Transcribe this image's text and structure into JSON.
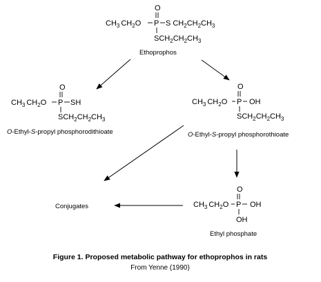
{
  "molecules": {
    "ethoprophos": {
      "atom_P": "P",
      "atom_O_dbl": "O",
      "left_ethoxy": [
        "CH",
        "3",
        "CH",
        "2",
        "O"
      ],
      "right_thio": [
        "S",
        "CH",
        "2",
        "CH",
        "2",
        "CH",
        "3"
      ],
      "lower_thio": [
        "S",
        "CH",
        "2",
        "CH",
        "2",
        "CH",
        "3"
      ],
      "name": "Ethoprophos"
    },
    "dithioate": {
      "atom_P": "P",
      "atom_O_dbl": "O",
      "left_ethoxy": [
        "CH",
        "3",
        "CH",
        "2",
        "O"
      ],
      "right_group": "SH",
      "lower_thio": [
        "S",
        "CH",
        "2",
        "CH",
        "2",
        "CH",
        "3"
      ],
      "name_parts": [
        "O",
        "-Ethyl-",
        "S",
        "-propyl phosphorodithioate"
      ]
    },
    "thioate": {
      "atom_P": "P",
      "atom_O_dbl": "O",
      "left_ethoxy": [
        "CH",
        "3",
        "CH",
        "2",
        "O"
      ],
      "right_group": "OH",
      "lower_thio": [
        "S",
        "CH",
        "2",
        "CH",
        "2",
        "CH",
        "3"
      ],
      "name_parts": [
        "O",
        "-Ethyl-",
        "S",
        "-propyl  phosphorothioate"
      ]
    },
    "ethyl_phosphate": {
      "atom_P": "P",
      "atom_O_dbl": "O",
      "left_ethoxy": [
        "CH",
        "3",
        "CH",
        "2",
        "O"
      ],
      "right_group": "OH",
      "lower_group": "OH",
      "name": "Ethyl phosphate"
    }
  },
  "conjugates_label": "Conjugates",
  "caption": "Figure 1.  Proposed metabolic pathway for ethoprophos in rats",
  "source": "From Yenne (1990)"
}
